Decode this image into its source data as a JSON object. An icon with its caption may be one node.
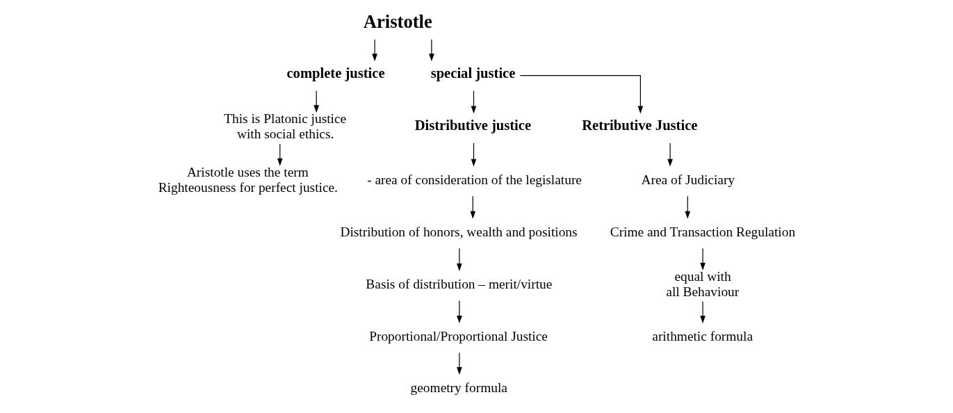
{
  "diagram": {
    "nodes": [
      {
        "text": [
          "Aristotle"
        ]
      },
      {
        "text": [
          "complete justice"
        ]
      },
      {
        "text": [
          "special justice"
        ]
      },
      {
        "text": [
          "This is Platonic justice with social ethics."
        ]
      },
      {
        "text": [
          "Aristotle uses the term Righteousness for perfect justice."
        ]
      },
      {
        "text": [
          "Distributive justice"
        ]
      },
      {
        "text": [
          "Retributive Justice"
        ]
      },
      {
        "text": [
          "- area of consideration of the legislature"
        ]
      },
      {
        "text": [
          "Distribution of honors, wealth and positions"
        ]
      },
      {
        "text": [
          "Basis of distribution – merit/virtue"
        ]
      },
      {
        "text": [
          "Proportional/Proportional Justice"
        ]
      },
      {
        "text": [
          "geometry formula"
        ]
      },
      {
        "text": [
          "Area of Judiciary"
        ]
      },
      {
        "text": [
          "Crime and Transaction Regulation"
        ]
      },
      {
        "text": [
          "equal with all Behaviour"
        ]
      },
      {
        "text": [
          "arithmetic formula"
        ]
      }
    ],
    "edges": [
      {
        "from": 0,
        "to": 1,
        "arrow": "to"
      },
      {
        "from": 0,
        "to": 2,
        "arrow": "to"
      },
      {
        "from": 1,
        "to": 3,
        "arrow": "to"
      },
      {
        "from": 3,
        "to": 4,
        "arrow": "to"
      },
      {
        "from": 2,
        "to": 5,
        "arrow": "to"
      },
      {
        "from": 2,
        "to": 6,
        "arrow": "to"
      },
      {
        "from": 5,
        "to": 7,
        "arrow": "to"
      },
      {
        "from": 7,
        "to": 8,
        "arrow": "to"
      },
      {
        "from": 8,
        "to": 9,
        "arrow": "to"
      },
      {
        "from": 9,
        "to": 10,
        "arrow": "to"
      },
      {
        "from": 10,
        "to": 11,
        "arrow": "to"
      },
      {
        "from": 6,
        "to": 12,
        "arrow": "to"
      },
      {
        "from": 12,
        "to": 13,
        "arrow": "to"
      },
      {
        "from": 13,
        "to": 14,
        "arrow": "to"
      },
      {
        "from": 14,
        "to": 15,
        "arrow": "to"
      }
    ]
  }
}
